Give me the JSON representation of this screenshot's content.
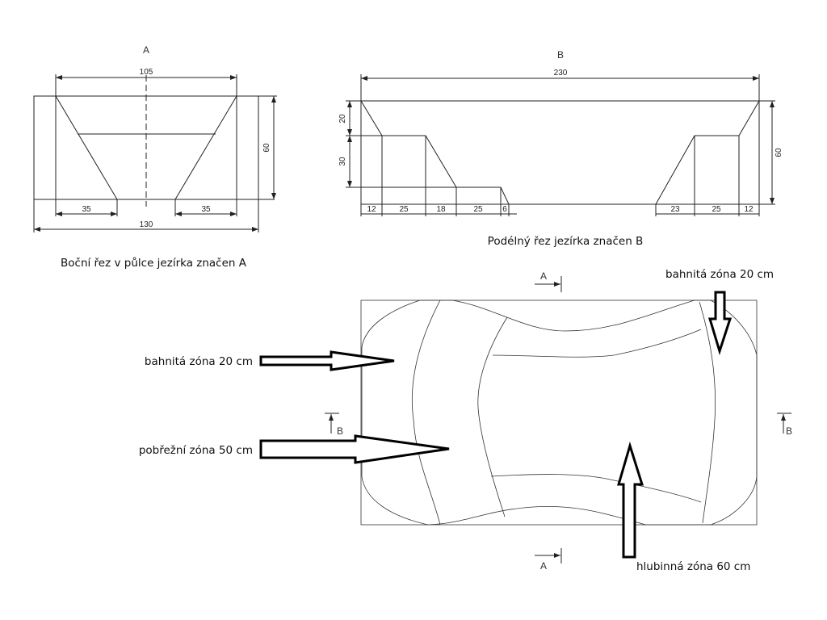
{
  "section_a": {
    "marker": "A",
    "dims": {
      "top_width": "105",
      "depth": "60",
      "left_slope": "35",
      "right_slope": "35",
      "total_width": "130"
    },
    "caption": "Boční řez v půlce jezírka značen A"
  },
  "section_b": {
    "marker": "B",
    "dims": {
      "total_length": "230",
      "depth": "60",
      "left_top_step": "20",
      "left_mid_step": "30",
      "bottom_left": [
        "12",
        "25",
        "18",
        "25",
        "6"
      ],
      "bottom_right": [
        "23",
        "25",
        "12"
      ]
    },
    "caption": "Podélný řez jezírka značen B"
  },
  "plan": {
    "section_marks": {
      "a_top": "A",
      "a_bottom": "A",
      "b_left": "B",
      "b_right": "B"
    },
    "labels": {
      "mud_zone_left": "bahnitá zóna 20 cm",
      "shore_zone": "pobřežní zóna 50 cm",
      "mud_zone_right": "bahnitá zóna 20 cm",
      "deep_zone": "hlubinná zóna 60 cm"
    }
  }
}
